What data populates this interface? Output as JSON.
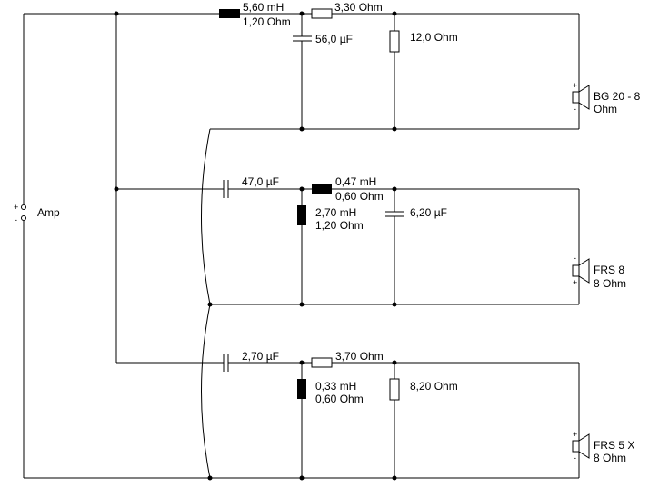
{
  "amp": {
    "label": "Amp",
    "plus": "+",
    "minus": "-"
  },
  "branches": [
    {
      "inductor": {
        "value": "5,60 mH",
        "resistance": "1,20 Ohm"
      },
      "series_resistor": "3,30 Ohm",
      "shunt_capacitor": "56,0 µF",
      "shunt_resistor": "12,0 Ohm",
      "speaker": {
        "name_line1": "BG 20 - 8",
        "name_line2": "Ohm",
        "pol_top": "+",
        "pol_bottom": "-"
      }
    },
    {
      "series_capacitor": "47,0 µF",
      "series_inductor": {
        "value": "0,47 mH",
        "resistance": "0,60 Ohm"
      },
      "shunt_inductor": {
        "value": "2,70 mH",
        "resistance": "1,20 Ohm"
      },
      "shunt_capacitor": "6,20 µF",
      "speaker": {
        "name_line1": "FRS 8",
        "name_line2": "8 Ohm",
        "pol_top": "-",
        "pol_bottom": "+"
      }
    },
    {
      "series_capacitor": "2,70 µF",
      "series_resistor": "3,70 Ohm",
      "shunt_inductor": {
        "value": "0,33 mH",
        "resistance": "0,60 Ohm"
      },
      "shunt_resistor": "8,20 Ohm",
      "speaker": {
        "name_line1": "FRS 5 X",
        "name_line2": "8 Ohm",
        "pol_top": "+",
        "pol_bottom": "-"
      }
    }
  ]
}
